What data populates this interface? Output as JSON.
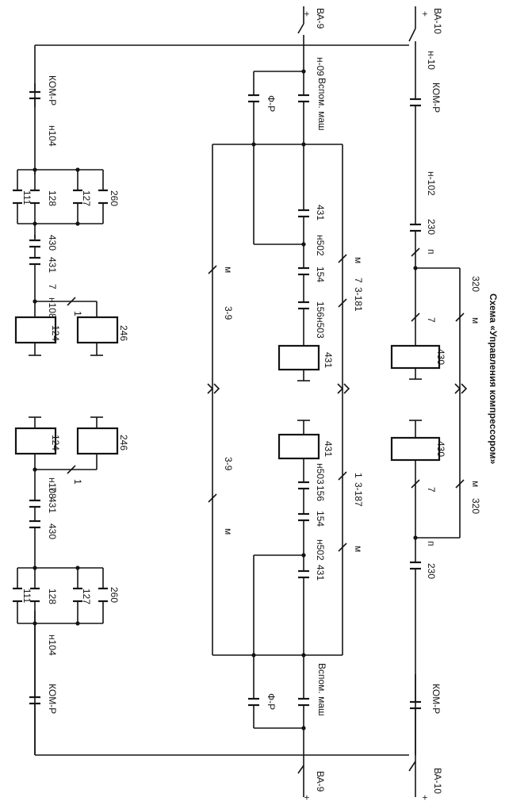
{
  "title": "Схема «Управления компрессором»",
  "labels": {
    "ba9": "ВА-9",
    "ba10": "ВА-10",
    "plus": "+",
    "n09": "н-09",
    "n10": "н-10",
    "kom_p": "КОМ-Р",
    "f_r": "Ф-Р",
    "vspom_mash": "Вспом. маш",
    "n104": "н104",
    "n102": "н-102",
    "n108": "н108",
    "n502": "н502",
    "n503": "н503",
    "c111": "111",
    "c128": "128",
    "c127": "127",
    "c260": "260",
    "c430": "430",
    "c431": "431",
    "c7": "7",
    "c1": "1",
    "c124": "124",
    "c246": "246",
    "c154": "154",
    "c156": "156",
    "c230": "230",
    "c320": "320",
    "z318": "3-18",
    "z9": "3-9",
    "m": "м",
    "p": "п",
    "coil431": "431",
    "coil430": "430"
  },
  "icon_names": [
    "contact-no-icon",
    "contact-nc-icon",
    "relay-coil-icon",
    "connector-chevron-icon",
    "breaker-icon"
  ]
}
